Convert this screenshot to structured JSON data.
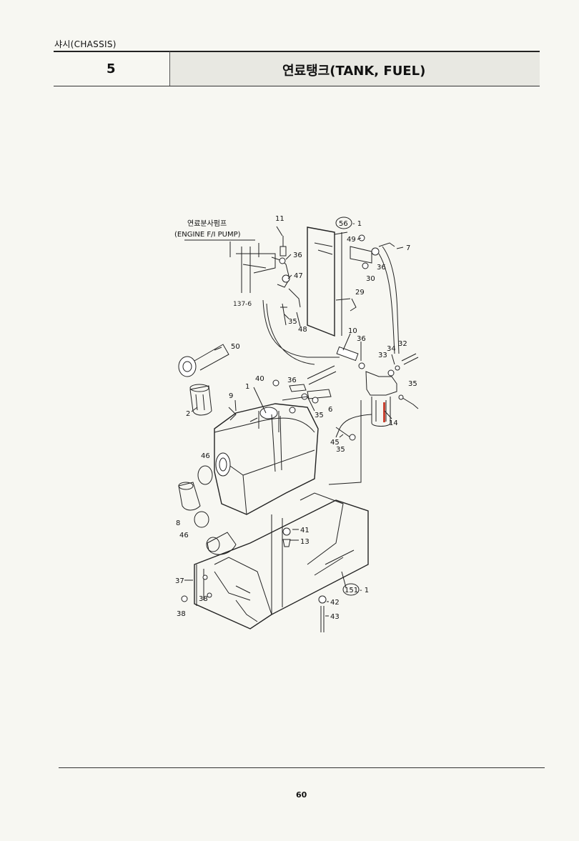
{
  "header": {
    "section_label": "샤시(CHASSIS)",
    "section_number": "5",
    "title": "연료탱크(TANK, FUEL)"
  },
  "diagram": {
    "callout_korean": "연료분사펌프",
    "callout_english": "(ENGINE F/I PUMP)",
    "ref_137": "137-6",
    "ref_56": "56",
    "ref_151": "151",
    "ref_suffix": "- 1",
    "part_numbers": [
      "11",
      "49",
      "7",
      "36",
      "36",
      "30",
      "47",
      "29",
      "35",
      "48",
      "10",
      "36",
      "32",
      "34",
      "33",
      "35",
      "50",
      "40",
      "36",
      "1",
      "9",
      "6",
      "35",
      "14",
      "2",
      "45",
      "35",
      "46",
      "8",
      "46",
      "41",
      "13",
      "37",
      "38",
      "38",
      "42",
      "43"
    ]
  },
  "footer": {
    "page_number": "60"
  }
}
